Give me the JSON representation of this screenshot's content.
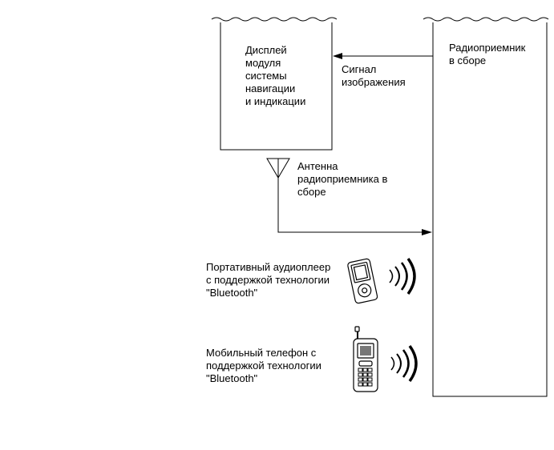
{
  "display_box": {
    "label": "Дисплей\nмодуля\nсистемы\nнавигации\nи индикации"
  },
  "radio_box": {
    "label": "Радиоприемник\nв сборе"
  },
  "signal_label": "Сигнал\nизображения",
  "antenna_label": "Антенна\nрадиоприемника в\nсборе",
  "audio_player_label": "Портативный аудиоплеер\nс поддержкой технологии\n\"Bluetooth\"",
  "phone_label": "Мобильный телефон с\nподдержкой технологии\n\"Bluetooth\"",
  "icons": [
    "audio-player-icon",
    "mobile-phone-icon",
    "wireless-waves-icon",
    "antenna-icon"
  ]
}
